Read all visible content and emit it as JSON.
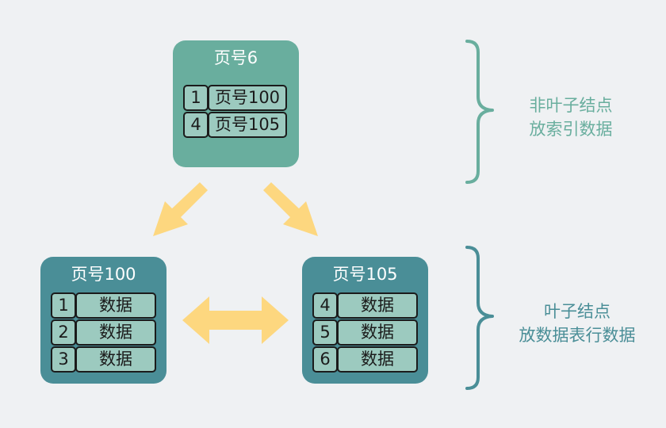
{
  "root": {
    "title": "页号6",
    "rows": [
      {
        "key": "1",
        "ref": "页号100"
      },
      {
        "key": "4",
        "ref": "页号105"
      }
    ]
  },
  "leaf_left": {
    "title": "页号100",
    "rows": [
      {
        "key": "1",
        "value": "数据"
      },
      {
        "key": "2",
        "value": "数据"
      },
      {
        "key": "3",
        "value": "数据"
      }
    ]
  },
  "leaf_right": {
    "title": "页号105",
    "rows": [
      {
        "key": "4",
        "value": "数据"
      },
      {
        "key": "5",
        "value": "数据"
      },
      {
        "key": "6",
        "value": "数据"
      }
    ]
  },
  "labels": {
    "non_leaf_line1": "非叶子结点",
    "non_leaf_line2": "放索引数据",
    "leaf_line1": "叶子结点",
    "leaf_line2": "放数据表行数据"
  },
  "colors": {
    "background": "#eff1f3",
    "non_leaf": "#69ae9e",
    "leaf": "#4a8e97",
    "cell_fill": "#9ccabf",
    "arrow": "#fdd77f"
  }
}
